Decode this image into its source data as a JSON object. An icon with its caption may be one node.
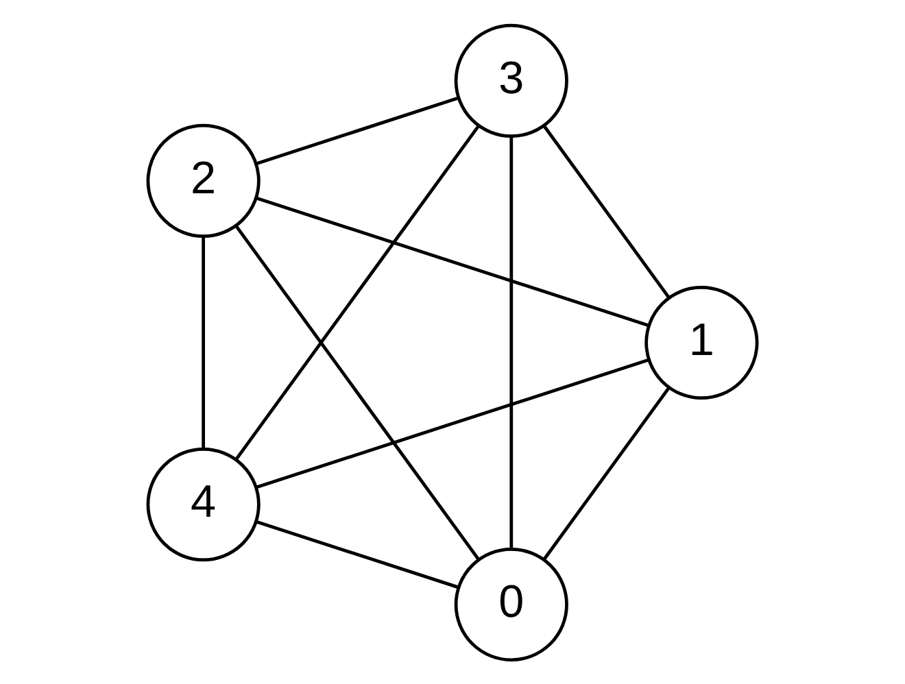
{
  "diagram": {
    "nodes": [
      {
        "text": [
          "0"
        ]
      },
      {
        "text": [
          "1"
        ]
      },
      {
        "text": [
          "2"
        ]
      },
      {
        "text": [
          "3"
        ]
      },
      {
        "text": [
          "4"
        ]
      }
    ],
    "edges": [
      {
        "from": 0,
        "to": 1,
        "arrow": "none"
      },
      {
        "from": 0,
        "to": 2,
        "arrow": "none"
      },
      {
        "from": 0,
        "to": 3,
        "arrow": "none"
      },
      {
        "from": 0,
        "to": 4,
        "arrow": "none"
      },
      {
        "from": 1,
        "to": 2,
        "arrow": "none"
      },
      {
        "from": 1,
        "to": 3,
        "arrow": "none"
      },
      {
        "from": 1,
        "to": 4,
        "arrow": "none"
      },
      {
        "from": 2,
        "to": 3,
        "arrow": "none"
      },
      {
        "from": 2,
        "to": 4,
        "arrow": "none"
      },
      {
        "from": 3,
        "to": 4,
        "arrow": "none"
      }
    ]
  }
}
